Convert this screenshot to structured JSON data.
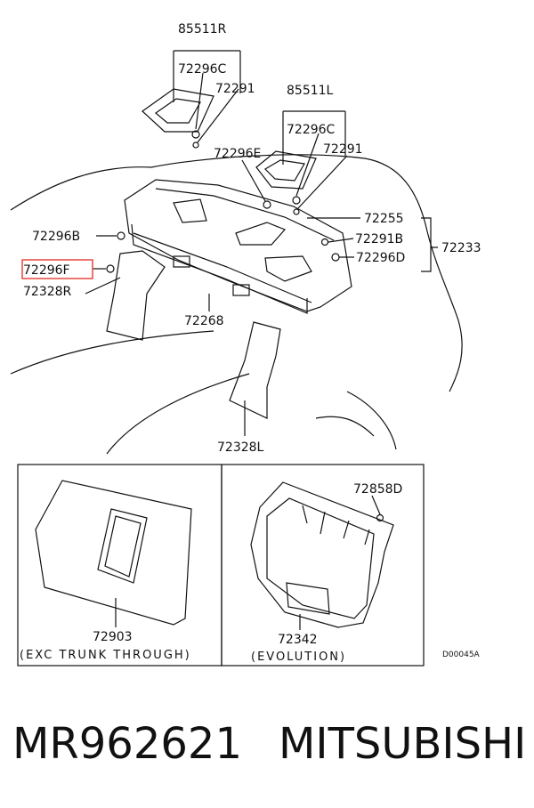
{
  "labels": {
    "p85511R": "85511R",
    "p72296C_r": "72296C",
    "p72291_r": "72291",
    "p85511L": "85511L",
    "p72296E": "72296E",
    "p72296C_l": "72296C",
    "p72291_l": "72291",
    "p72296B": "72296B",
    "p72296F": "72296F",
    "p72328R": "72328R",
    "p72255": "72255",
    "p72291B": "72291B",
    "p72296D": "72296D",
    "p72233": "72233",
    "p72268": "72268",
    "p72328L": "72328L",
    "p72903": "72903",
    "p72858D": "72858D",
    "p72342": "72342",
    "caption_left": "(EXC TRUNK THROUGH)",
    "caption_right": "(EVOLUTION)",
    "diagram_code": "D00045A"
  },
  "highlight_color": "#e8473f",
  "footer": {
    "part_number": "MR962621",
    "brand": "MITSUBISHI"
  }
}
